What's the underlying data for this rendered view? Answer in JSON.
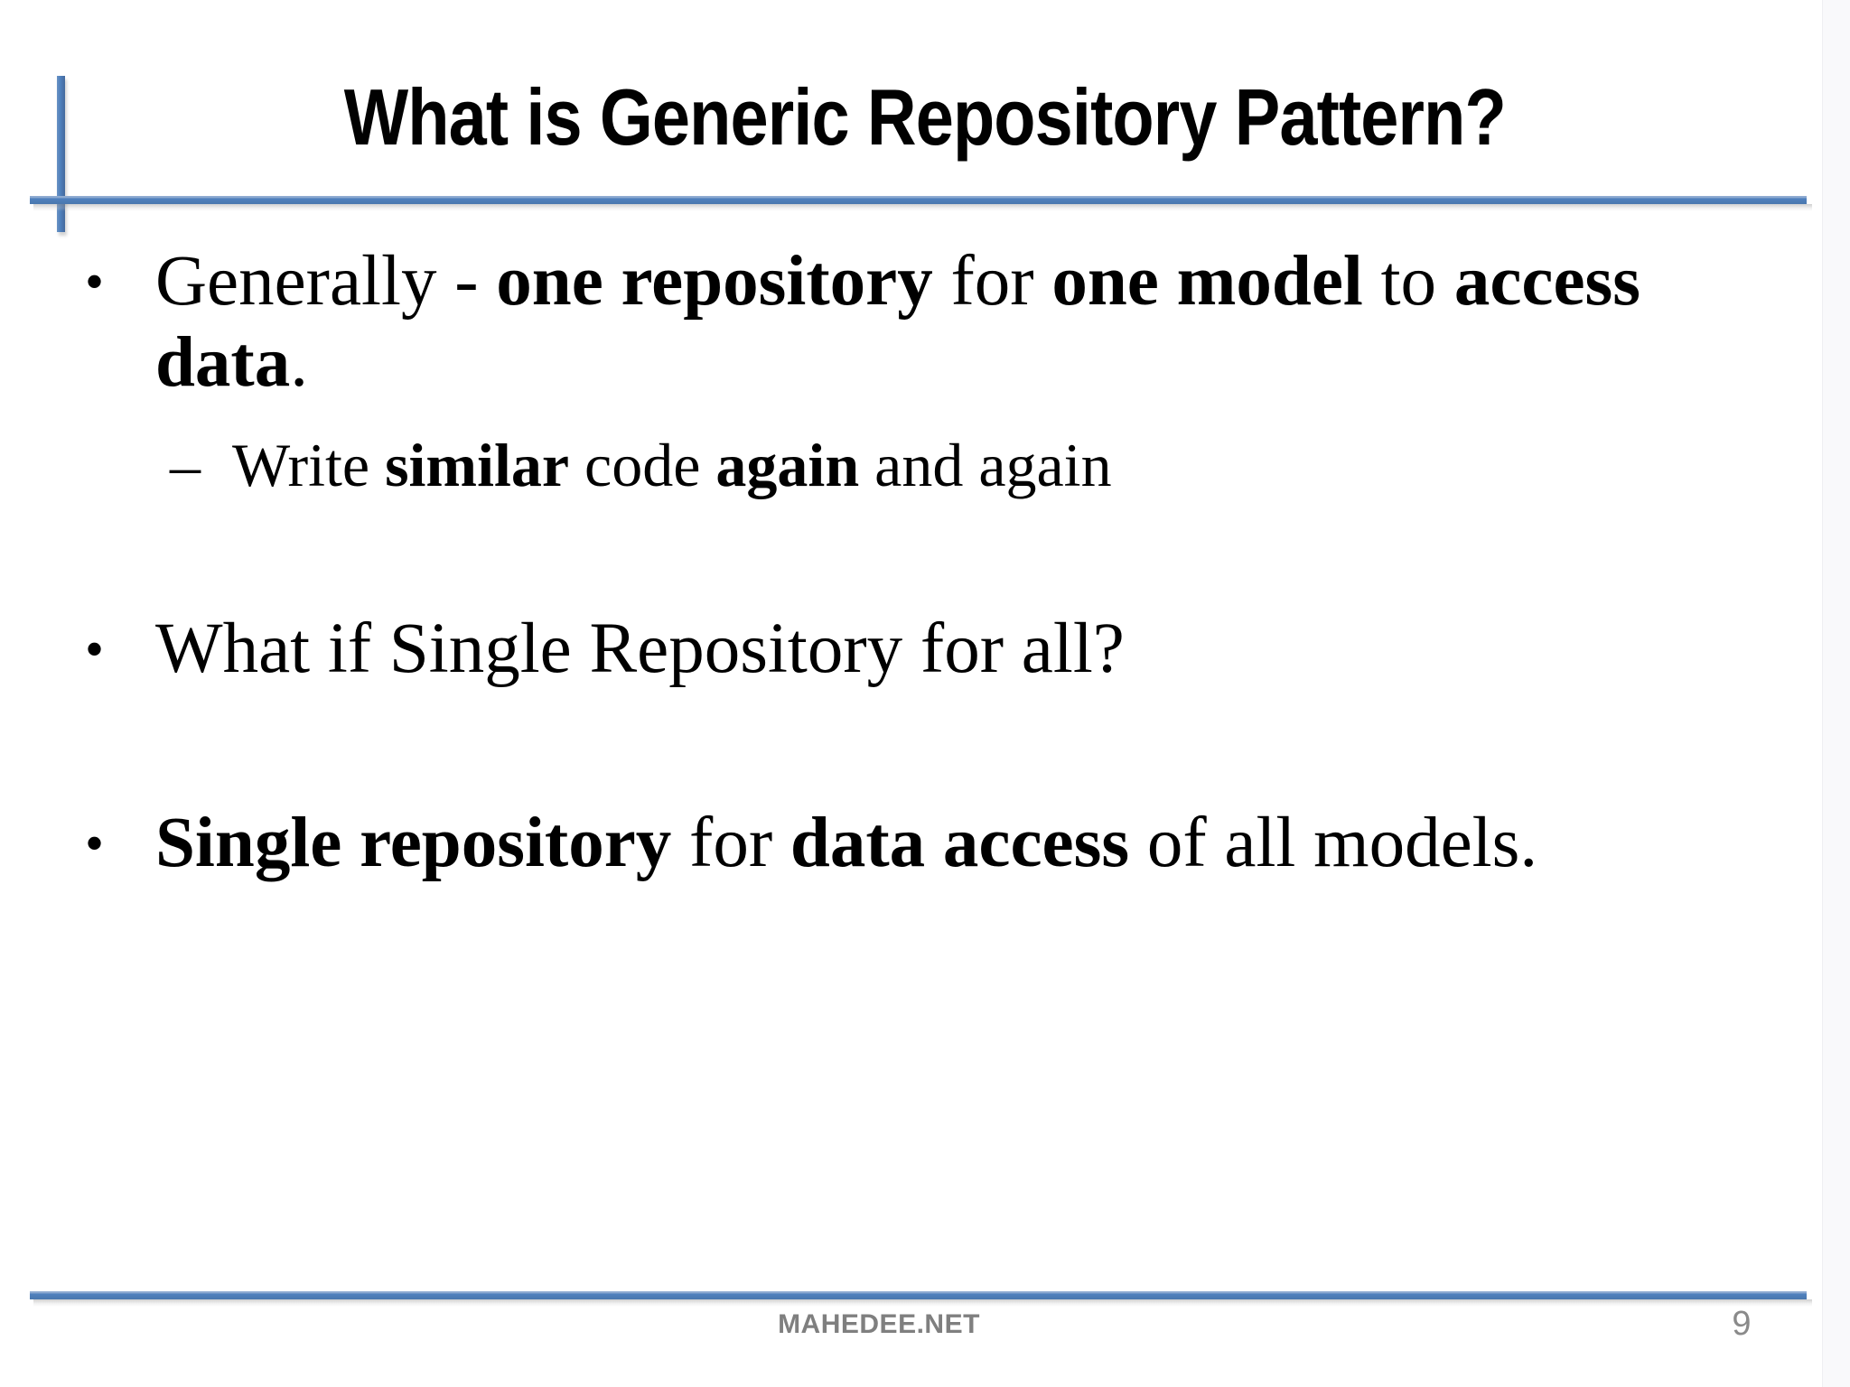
{
  "slide": {
    "title": "What is Generic Repository Pattern?",
    "bullets": [
      {
        "level": 1,
        "marker": "•",
        "segments": [
          {
            "text": "Generally - ",
            "bold": false
          },
          {
            "text": "one repository",
            "bold": true
          },
          {
            "text": " for ",
            "bold": false
          },
          {
            "text": "one model",
            "bold": true
          },
          {
            "text": " to ",
            "bold": false
          },
          {
            "text": "access",
            "bold": true,
            "break_after": true
          },
          {
            "text": "data",
            "bold": true
          },
          {
            "text": ".",
            "bold": false
          }
        ]
      },
      {
        "level": 2,
        "marker": "–",
        "segments": [
          {
            "text": "Write ",
            "bold": false
          },
          {
            "text": "similar",
            "bold": true
          },
          {
            "text": " code ",
            "bold": false
          },
          {
            "text": "again",
            "bold": true
          },
          {
            "text": " and again",
            "bold": false
          }
        ]
      },
      {
        "level": 1,
        "marker": "•",
        "segments": [
          {
            "text": "What if Single Repository for all?",
            "bold": false
          }
        ]
      },
      {
        "level": 1,
        "marker": "•",
        "segments": [
          {
            "text": "Single repository",
            "bold": true
          },
          {
            "text": " for ",
            "bold": false
          },
          {
            "text": "data access",
            "bold": true
          },
          {
            "text": " of all models.",
            "bold": false
          }
        ]
      }
    ],
    "footer": {
      "site": "MAHEDEE.NET",
      "page_number": "9"
    },
    "colors": {
      "accent_blue": "#4f81bd",
      "rule_shadow_gray": "#d9d9d9",
      "footer_text_gray": "#7f7f7f"
    }
  }
}
